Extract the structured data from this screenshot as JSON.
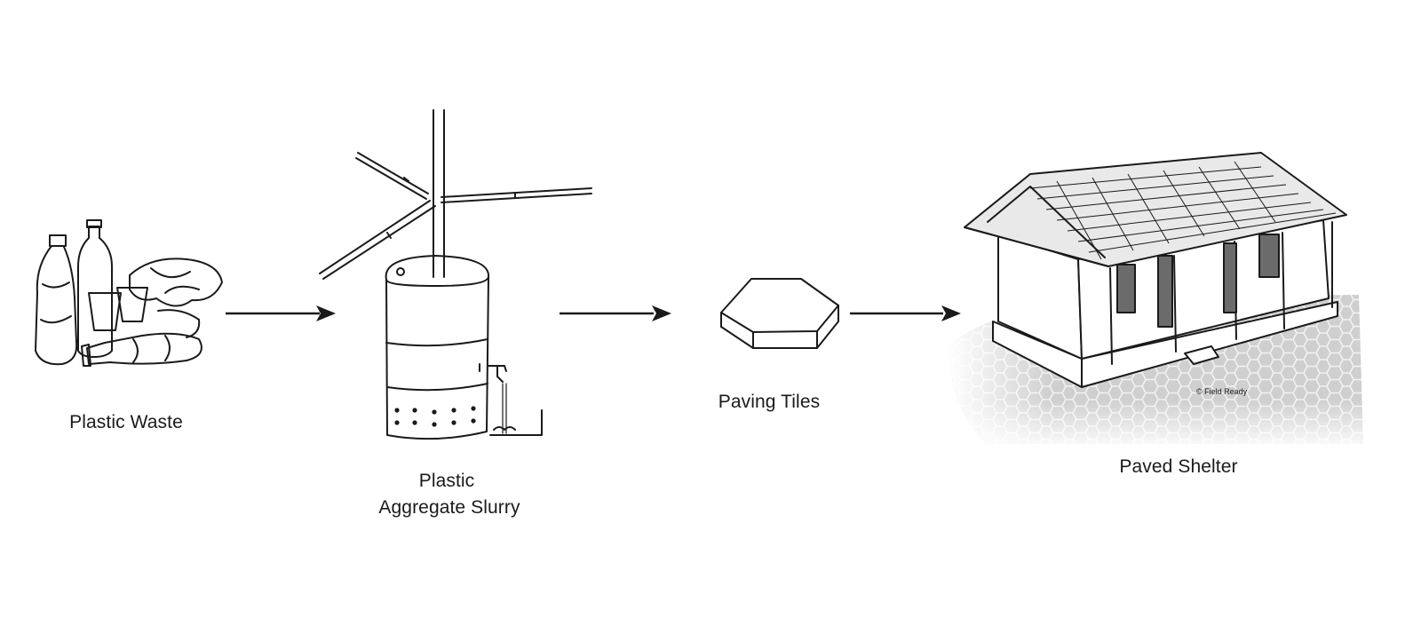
{
  "diagram": {
    "steps": [
      {
        "id": "plastic-waste",
        "label": "Plastic Waste",
        "icon": "plastic-waste-icon"
      },
      {
        "id": "slurry",
        "label_line1": "Plastic",
        "label_line2": "Aggregate Slurry",
        "icon": "mixing-drum-icon"
      },
      {
        "id": "tiles",
        "label": "Paving Tiles",
        "icon": "hexagon-tile-icon"
      },
      {
        "id": "shelter",
        "label": "Paved Shelter",
        "icon": "shelter-house-icon"
      }
    ],
    "connector_icon": "arrow-right-icon",
    "credit": "© Field Ready"
  },
  "colors": {
    "ink": "#1a1a1a",
    "paving_fill": "#c9c9c9",
    "door_fill": "#6b6b6b"
  }
}
